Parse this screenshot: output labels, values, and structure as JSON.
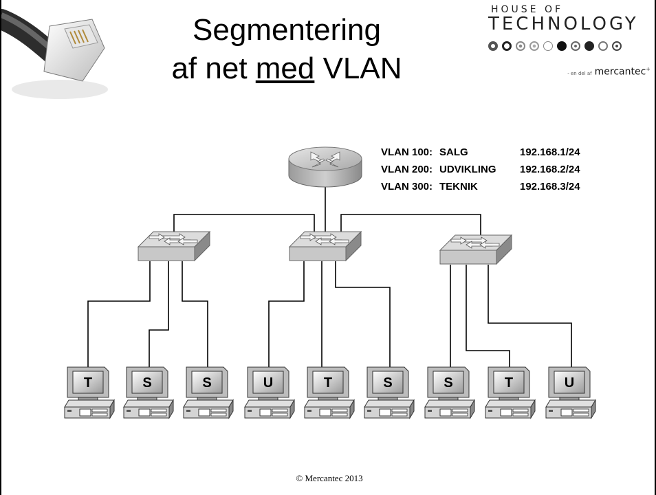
{
  "slide": {
    "title_line1": "Segmentering",
    "title_line2_pre": "af net ",
    "title_line2_underlined": "med",
    "title_line2_post": " VLAN",
    "footer": "© Mercantec 2013"
  },
  "logo": {
    "line1": "HOUSE OF",
    "line2": "TECHNOLOGY",
    "tagline_small": "- en del af",
    "tagline_brand": "mercantec",
    "tagline_mark": "+"
  },
  "vlan_table": [
    {
      "vlan": "VLAN 100:",
      "name": "SALG",
      "subnet": "192.168.1/24"
    },
    {
      "vlan": "VLAN 200:",
      "name": "UDVIKLING",
      "subnet": "192.168.2/24"
    },
    {
      "vlan": "VLAN 300:",
      "name": "TEKNIK",
      "subnet": "192.168.3/24"
    }
  ],
  "computers": [
    {
      "label": "T"
    },
    {
      "label": "S"
    },
    {
      "label": "S"
    },
    {
      "label": "U"
    },
    {
      "label": "T"
    },
    {
      "label": "S"
    },
    {
      "label": "S"
    },
    {
      "label": "T"
    },
    {
      "label": "U"
    }
  ],
  "icons": {
    "router": "router-icon",
    "switch": "switch-icon",
    "computer": "computer-icon",
    "cable": "ethernet-cable-icon"
  },
  "colors": {
    "device_fill": "#c8c8c8",
    "device_dark": "#8a8a8a",
    "line": "#000000"
  }
}
